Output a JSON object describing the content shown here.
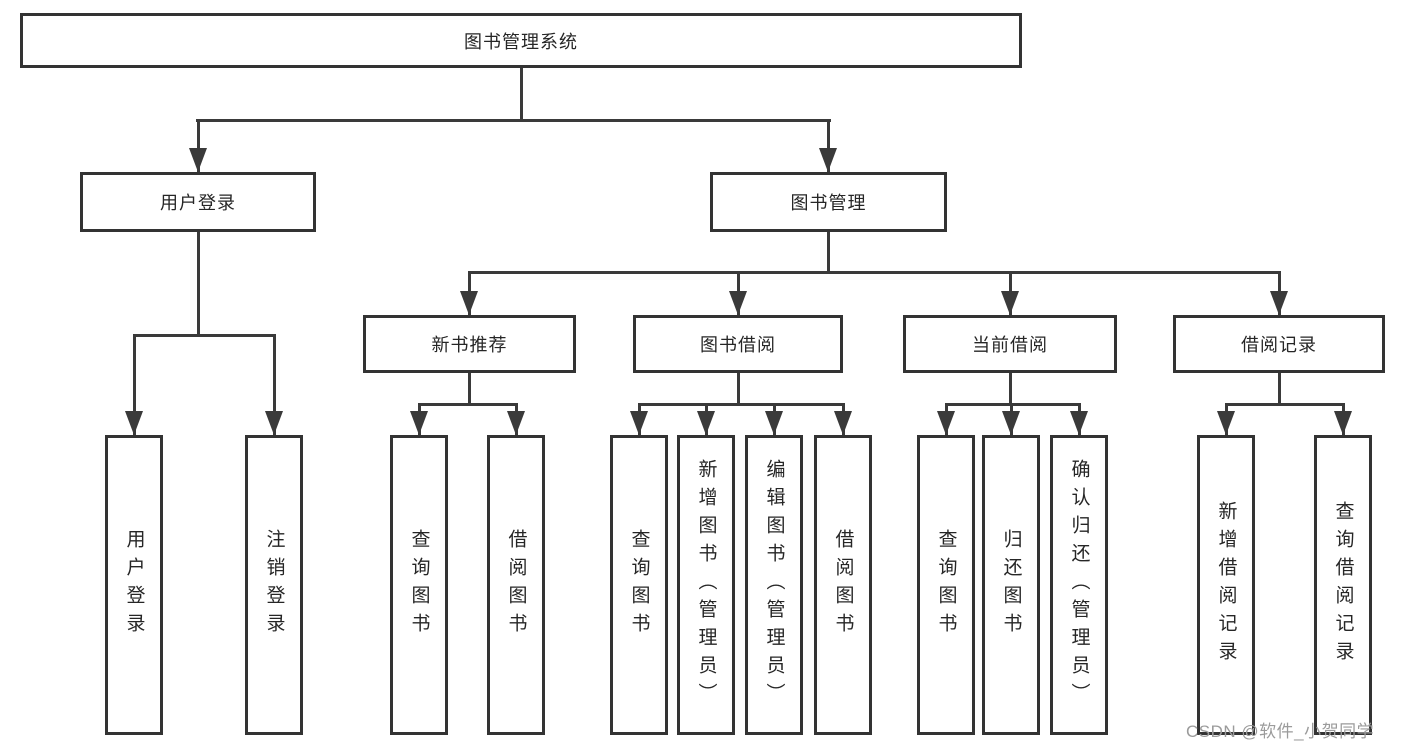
{
  "colors": {
    "background": "#ffffff",
    "line": "#3a3a3a",
    "box_border": "#333333",
    "text": "#262626",
    "watermark": "#9b9b9b"
  },
  "watermark": "CSDN @软件_小贺同学",
  "nodes": {
    "root": "图书管理系统",
    "user_login": "用户登录",
    "book_management": "图书管理",
    "new_book_recommend": "新书推荐",
    "book_borrowing": "图书借阅",
    "current_borrowing": "当前借阅",
    "borrowing_records": "借阅记录",
    "leaf_user_login": "用户登录",
    "leaf_logout": "注销登录",
    "leaf_query_books_recommend": "查询图书",
    "leaf_borrow_books_recommend": "借阅图书",
    "leaf_query_books_borrowing": "查询图书",
    "leaf_add_books_admin": "新增图书（管理员）",
    "leaf_edit_books_admin": "编辑图书（管理员）",
    "leaf_borrow_books_borrowing": "借阅图书",
    "leaf_query_books_current": "查询图书",
    "leaf_return_books": "归还图书",
    "leaf_confirm_return_admin": "确认归还（管理员）",
    "leaf_add_borrow_record": "新增借阅记录",
    "leaf_query_borrow_record": "查询借阅记录"
  }
}
